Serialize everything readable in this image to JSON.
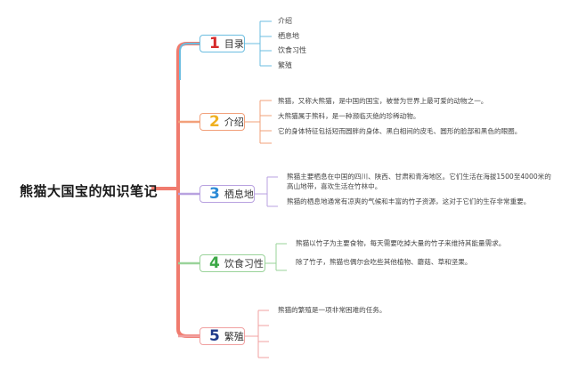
{
  "root": {
    "title": "熊猫大国宝的知识笔记"
  },
  "colors": {
    "root": "#f07b6e",
    "b1": "#6bbde0",
    "b2": "#f2a07a",
    "b3": "#b8a2e0",
    "b4": "#9ad39a",
    "b5": "#f0a0a0",
    "num1": "#d62b2b",
    "num2": "#f0b020",
    "num3": "#2b8ad6",
    "num4": "#3aa845",
    "num5": "#1f3a8a"
  },
  "branches": [
    {
      "number": "1",
      "label": "目录",
      "leaves": [
        "介绍",
        "栖息地",
        "饮食习性",
        "繁殖"
      ]
    },
    {
      "number": "2",
      "label": "介绍",
      "leaves": [
        "熊猫，又称大熊猫，是中国的国宝，被誉为世界上最可爱的动物之一。",
        "大熊猫属于熊科，是一种濒临灭绝的珍稀动物。",
        "它的身体特征包括短而圆胖的身体、黑白相间的皮毛、圆形的脸部和黑色的眼圈。"
      ]
    },
    {
      "number": "3",
      "label": "栖息地",
      "leaves": [
        "熊猫主要栖息在中国的四川、陕西、甘肃和青海地区。它们生活在海拔1500至4000米的高山地带，喜欢生活在竹林中。",
        "熊猫的栖息地通常有凉爽的气候和丰富的竹子资源，这对于它们的生存非常重要。"
      ]
    },
    {
      "number": "4",
      "label": "饮食习性",
      "leaves": [
        "熊猫以竹子为主要食物，每天需要吃掉大量的竹子来维持其能量需求。",
        "除了竹子，熊猫也偶尔会吃些其他植物、蘑菇、草和坚果。"
      ]
    },
    {
      "number": "5",
      "label": "繁殖",
      "leaves": [
        "熊猫的繁殖是一项非常困难的任务。",
        "",
        "",
        ""
      ]
    }
  ]
}
